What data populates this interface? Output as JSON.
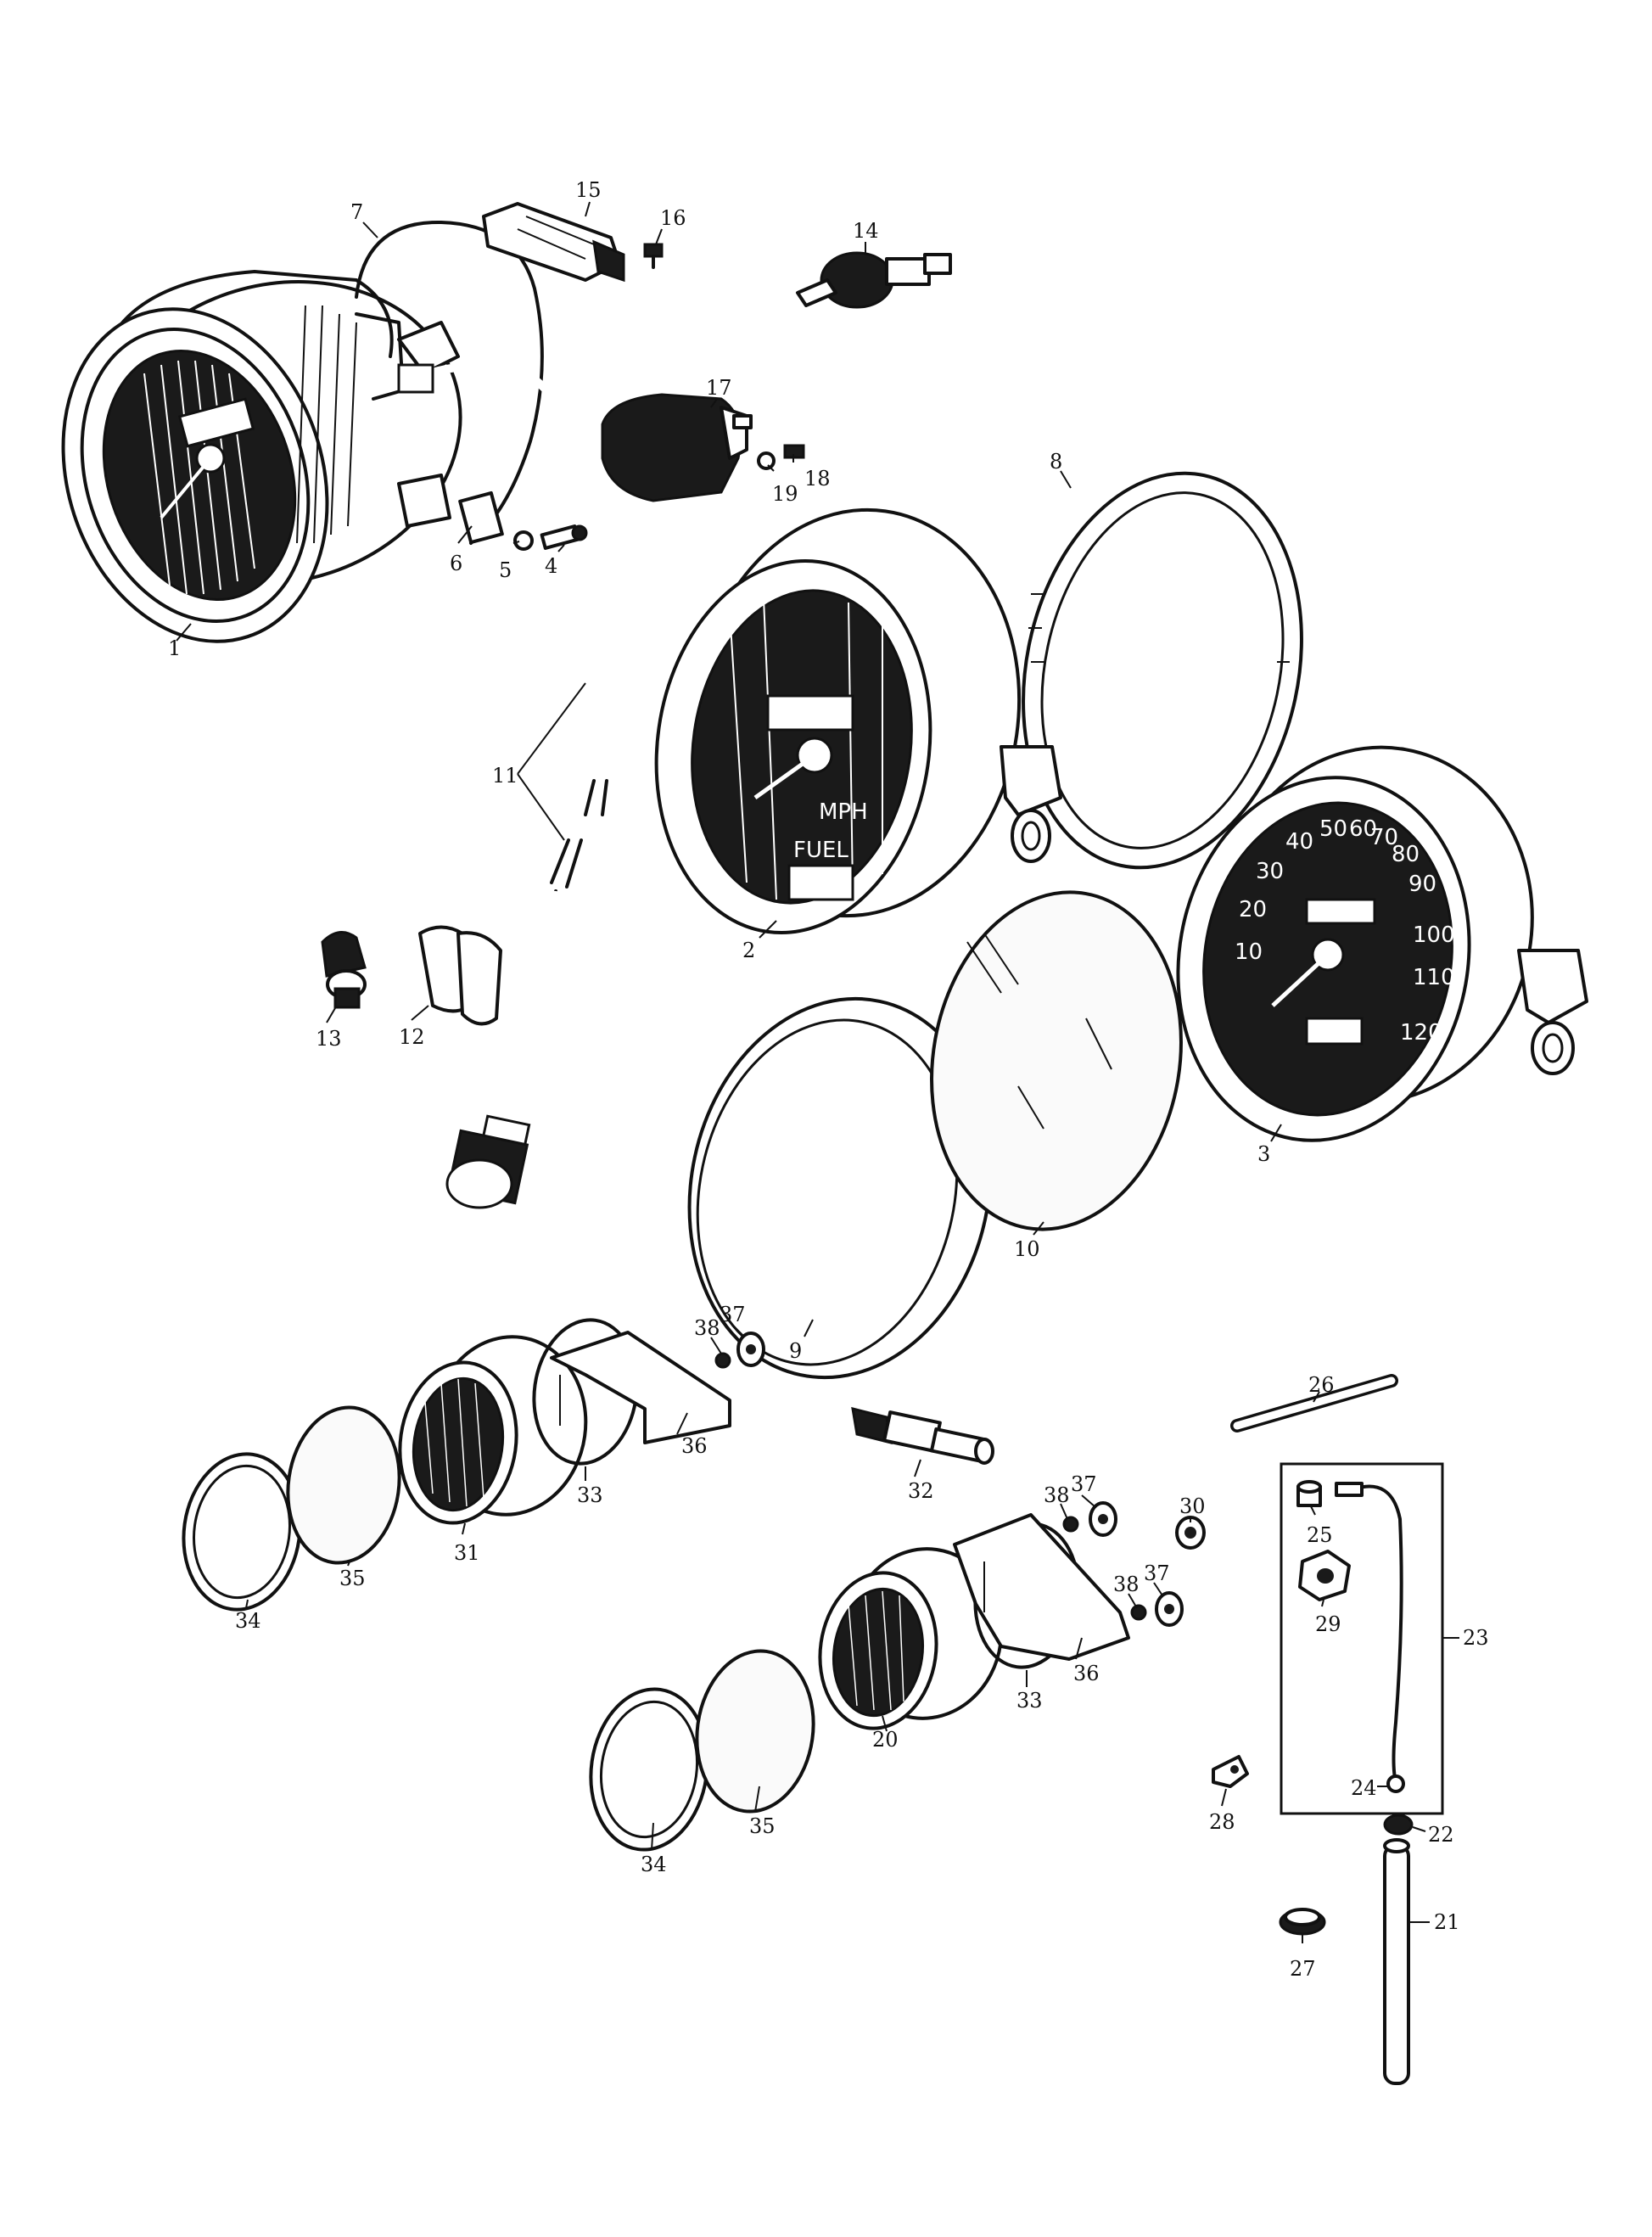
{
  "part_labels": [
    "1",
    "2",
    "3",
    "4",
    "5",
    "6",
    "7",
    "8",
    "9",
    "10",
    "11",
    "12",
    "13",
    "14",
    "15",
    "16",
    "17",
    "18",
    "19",
    "20",
    "21",
    "22",
    "23",
    "24",
    "25",
    "26",
    "27",
    "28",
    "29",
    "30",
    "31",
    "32",
    "33",
    "33",
    "34",
    "34",
    "35",
    "35",
    "36",
    "36",
    "37",
    "37",
    "37",
    "38",
    "38",
    "38"
  ],
  "gauge_faces": {
    "speedometer_3": [
      "10",
      "20",
      "30",
      "40",
      "50",
      "60",
      "70",
      "80",
      "90",
      "100",
      "110",
      "120"
    ],
    "gauge_2_text": [
      "MPH",
      "FUEL"
    ]
  },
  "colors": {
    "ink": "#111111",
    "paper": "#ffffff"
  }
}
